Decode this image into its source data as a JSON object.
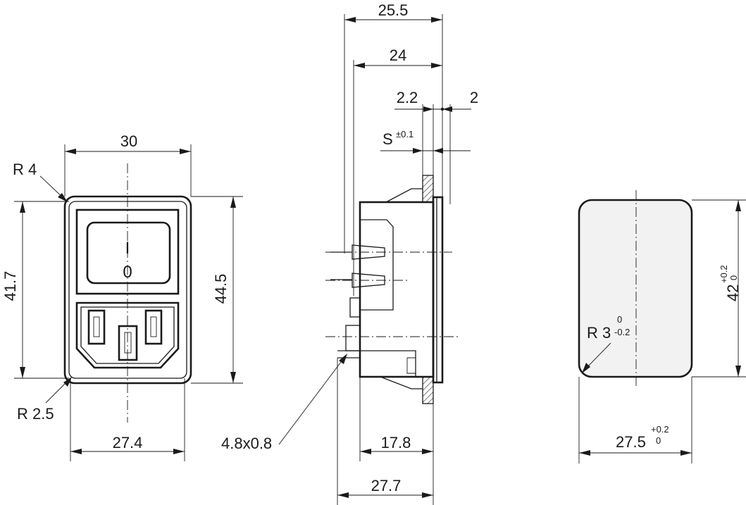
{
  "front_view": {
    "width_top": "30",
    "radius_outer": "R 4",
    "height_outer": "41.7",
    "height_inner": "44.5",
    "radius_inner": "R 2.5",
    "width_bottom": "27.4",
    "switch_on_symbol": "I",
    "switch_off_symbol": "0"
  },
  "side_view": {
    "depth_total": "25.5",
    "depth_body": "24",
    "flange_left": "2.2",
    "flange_right": "2",
    "panel_thickness": "S",
    "panel_thickness_tol": "±0.1",
    "terminal_size": "4.8x0.8",
    "depth_lower": "17.8",
    "depth_terminal": "27.7"
  },
  "cutout_view": {
    "height_value": "42",
    "height_tol_upper": "+0.2",
    "height_tol_lower": "0",
    "radius_value": "R 3",
    "radius_tol_upper": "0",
    "radius_tol_lower": "-0.2",
    "width_value": "27.5",
    "width_tol_upper": "+0.2",
    "width_tol_lower": "0"
  }
}
